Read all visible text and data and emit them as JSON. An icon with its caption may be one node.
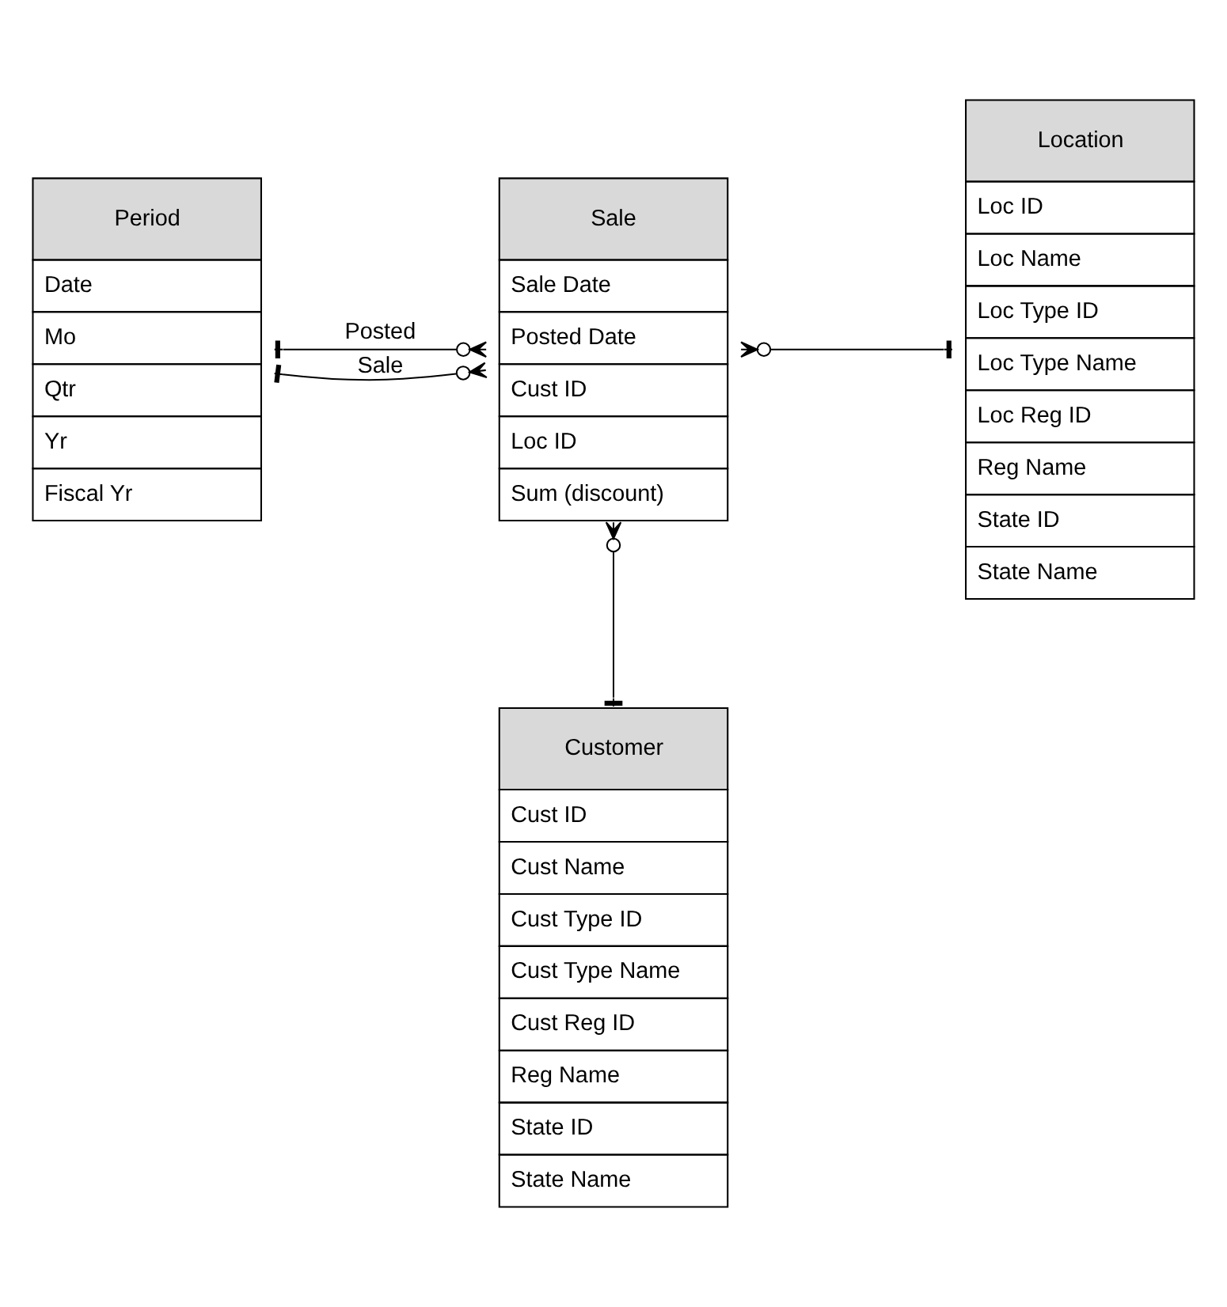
{
  "diagram": {
    "nodes": [
      {
        "text": [
          "Period",
          "Date",
          "Mo",
          "Qtr",
          "Yr",
          "Fiscal Yr"
        ]
      },
      {
        "text": [
          "Sale",
          "Sale Date",
          "Posted Date",
          "Cust ID",
          "Loc ID",
          "Sum (discount)"
        ]
      },
      {
        "text": [
          "Location",
          "Loc ID",
          "Loc Name",
          "Loc Type ID",
          "Loc Type Name",
          "Loc Reg ID",
          "Reg Name",
          "State ID",
          "State Name"
        ]
      },
      {
        "text": [
          "Customer",
          "Cust ID",
          "Cust Name",
          "Cust Type ID",
          "Cust Type Name",
          "Cust Reg ID",
          "Reg Name",
          "State ID",
          "State Name"
        ]
      }
    ],
    "edges": [
      {
        "from": 0,
        "to": 1,
        "arrow": "other",
        "label": "Sale"
      },
      {
        "from": 0,
        "to": 1,
        "arrow": "other",
        "label": "Posted"
      },
      {
        "from": 2,
        "to": 1,
        "arrow": "other"
      },
      {
        "from": 3,
        "to": 1,
        "arrow": "other"
      }
    ]
  }
}
